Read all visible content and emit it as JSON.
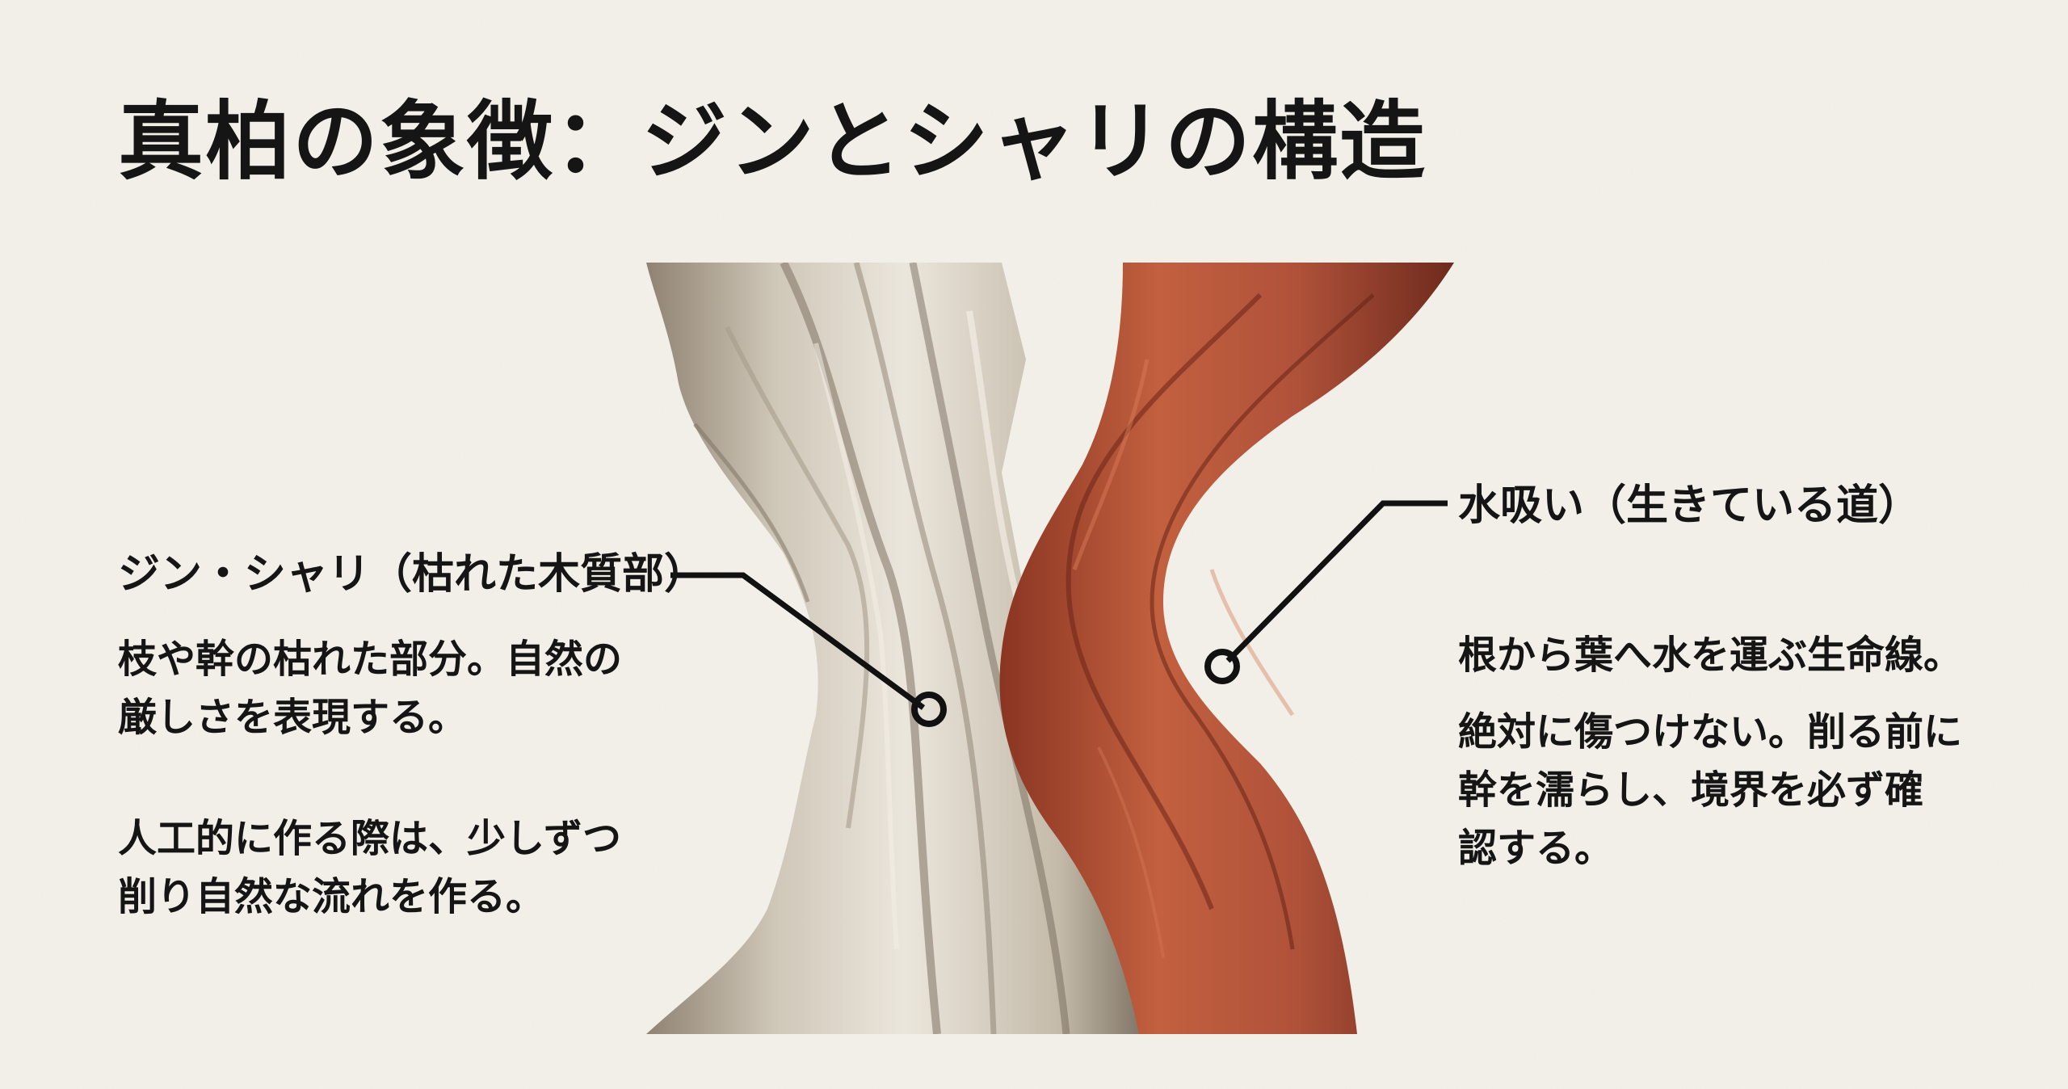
{
  "title": "真柏の象徴：ジンとシャリの構造",
  "left_panel": {
    "heading": "ジン・シャリ（枯れた木質部）",
    "paragraph1": [
      "枝や幹の枯れた部分。自然の",
      "厳しさを表現する。"
    ],
    "paragraph2": [
      "人工的に作る際は、少しずつ",
      "削り自然な流れを作る。"
    ]
  },
  "right_panel": {
    "heading": "水吸い（生きている道）",
    "paragraph1": [
      "根から葉へ水を運ぶ生命線。"
    ],
    "paragraph2": [
      "絶対に傷つけない。削る前に",
      "幹を濡らし、境界を必ず確",
      "認する。"
    ]
  },
  "colors": {
    "background": "#f3f1ea",
    "text": "#151515",
    "deadwood": "#d9d3c6",
    "deadwood_shadow": "#8f8272",
    "live_bark": "#b6543a",
    "live_bark_dark": "#7a2f1f"
  }
}
